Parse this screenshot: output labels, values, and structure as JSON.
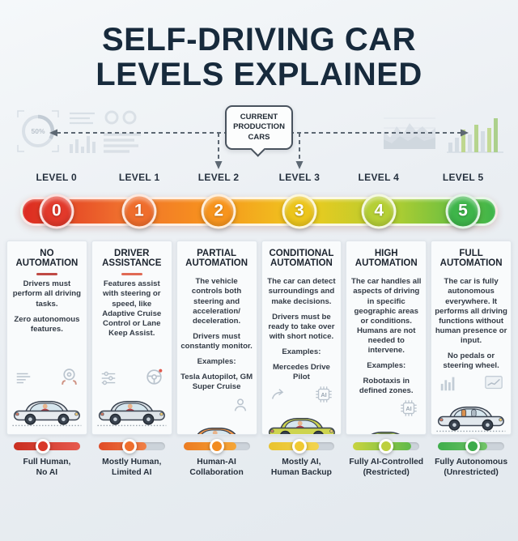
{
  "title_lines": [
    "SELF-DRIVING CAR",
    "LEVELS EXPLAINED"
  ],
  "callout": "CURRENT PRODUCTION CARS",
  "examples_label": "Examples:",
  "decor": {
    "gauge_label": "50%",
    "ai_chip_text": "AI"
  },
  "bar": {
    "gradient": [
      "#dc2a21",
      "#ef6d2d",
      "#f7941d",
      "#eecb1e",
      "#a9cc33",
      "#3db54a"
    ]
  },
  "levels": [
    {
      "label": "LEVEL 0",
      "number": "0",
      "color": "#e2392b",
      "accent": "#bf4a45",
      "heading": "NO AUTOMATION",
      "paragraphs": [
        "Drivers must perform all driving tasks.",
        "Zero autonomous features."
      ],
      "examples": null,
      "icons": [
        "report-lines-icon",
        "hands-on-wheel-icon"
      ],
      "car": {
        "color": "#e7ebef",
        "variant": "driver"
      },
      "slider": {
        "label_lines": [
          "Full Human,",
          "No AI"
        ],
        "fill_from": "#c92e20",
        "fill_to": "#e65a4e",
        "fill_pct": 100,
        "knob_color": "#d8392a",
        "knob_pct": 44
      }
    },
    {
      "label": "LEVEL 1",
      "number": "1",
      "color": "#ef6d2c",
      "accent": "#e06a55",
      "heading": "DRIVER ASSISTANCE",
      "paragraphs": [
        "Features assist with steering or speed, like Adaptive Cruise Control or Lane Keep Assist."
      ],
      "examples": null,
      "icons": [
        "sliders-icon",
        "steering-wheel-icon"
      ],
      "car": {
        "color": "#dde3e8",
        "variant": "driver"
      },
      "slider": {
        "label_lines": [
          "Mostly Human,",
          "Limited AI"
        ],
        "fill_from": "#e04b26",
        "fill_to": "#f08045",
        "fill_pct": 72,
        "knob_color": "#ee6f2e",
        "knob_pct": 47
      }
    },
    {
      "label": "LEVEL 2",
      "number": "2",
      "color": "#f7941d",
      "accent": "#eda13f",
      "heading": "PARTIAL AUTOMATION",
      "paragraphs": [
        "The vehicle controls both steering and acceleration/ deceleration.",
        "Drivers must constantly monitor."
      ],
      "examples": "Tesla Autopilot, GM Super Cruise",
      "icons": [
        "person-icon"
      ],
      "car": {
        "color": "#f0964a",
        "variant": "relaxed"
      },
      "slider": {
        "label_lines": [
          "Human-AI",
          "Collaboration"
        ],
        "fill_from": "#ec7c22",
        "fill_to": "#f5a637",
        "fill_pct": 80,
        "knob_color": "#f28c21",
        "knob_pct": 50
      }
    },
    {
      "label": "LEVEL 3",
      "number": "3",
      "color": "#ecc51c",
      "accent": "#e4d44c",
      "heading": "CONDITIONAL AUTOMATION",
      "paragraphs": [
        "The car can detect surroundings and make decisions.",
        "Drivers must be ready to take over with short notice."
      ],
      "examples": "Mercedes Drive Pilot",
      "icons": [
        "curve-arrow-icon",
        "ai-chip-icon"
      ],
      "car": {
        "color": "#cdd44f",
        "variant": "driver"
      },
      "slider": {
        "label_lines": [
          "Mostly AI,",
          "Human Backup"
        ],
        "fill_from": "#e9c32e",
        "fill_to": "#f2d44f",
        "fill_pct": 76,
        "knob_color": "#f0c933",
        "knob_pct": 47
      }
    },
    {
      "label": "LEVEL 4",
      "number": "4",
      "color": "#b5cf35",
      "accent": "#bccf49",
      "heading": "HIGH AUTOMATION",
      "paragraphs": [
        "The car handles all aspects of driving in specific geographic areas or conditions. Humans are not needed to intervene."
      ],
      "examples": "Robotaxis in defined zones.",
      "icons": [
        "ai-chip-icon"
      ],
      "car": {
        "color": "#b3d254",
        "variant": "passengers"
      },
      "slider": {
        "label_lines": [
          "Fully AI-Controlled",
          "(Restricted)"
        ],
        "fill_from": "#c9d43e",
        "fill_to": "#5fba4b",
        "fill_pct": 88,
        "knob_color": "#bdd03e",
        "knob_pct": 50
      }
    },
    {
      "label": "LEVEL 5",
      "number": "5",
      "color": "#3eb54a",
      "accent": "#57a95d",
      "heading": "FULL AUTOMATION",
      "paragraphs": [
        "The car is fully autonomous everywhere. It performs all driving functions without human presence or input.",
        "No pedals or steering wheel."
      ],
      "examples": null,
      "icons": [
        "bar-chart-icon",
        "line-chart-icon"
      ],
      "car": {
        "color": "#e2e8ed",
        "variant": "empty"
      },
      "slider": {
        "label_lines": [
          "Fully Autonomous",
          "(Unrestricted)"
        ],
        "fill_from": "#3fae4c",
        "fill_to": "#72c468",
        "fill_pct": 74,
        "knob_color": "#3dab4a",
        "knob_pct": 52
      }
    }
  ]
}
